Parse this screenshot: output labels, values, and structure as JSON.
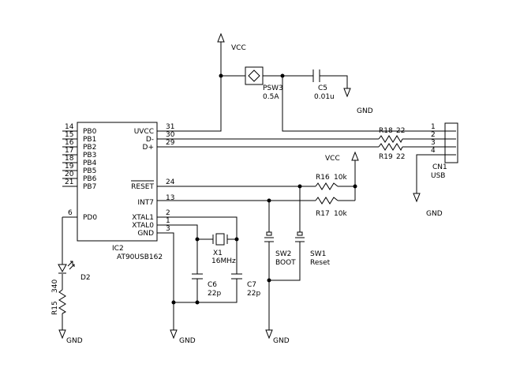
{
  "ic": {
    "ref": "IC2",
    "part": "AT90USB162",
    "left_pins": [
      {
        "num": "14",
        "name": "PB0"
      },
      {
        "num": "15",
        "name": "PB1"
      },
      {
        "num": "16",
        "name": "PB2"
      },
      {
        "num": "17",
        "name": "PB3"
      },
      {
        "num": "18",
        "name": "PB4"
      },
      {
        "num": "19",
        "name": "PB5"
      },
      {
        "num": "20",
        "name": "PB6"
      },
      {
        "num": "21",
        "name": "PB7"
      },
      {
        "num": "6",
        "name": "PD0"
      }
    ],
    "right_pins": [
      {
        "num": "31",
        "name": "UVCC"
      },
      {
        "num": "30",
        "name": "D-"
      },
      {
        "num": "29",
        "name": "D+"
      },
      {
        "num": "24",
        "name": "RESET"
      },
      {
        "num": "13",
        "name": "INT7"
      },
      {
        "num": "2",
        "name": "XTAL1"
      },
      {
        "num": "1",
        "name": "XTAL0"
      },
      {
        "num": "3",
        "name": "GND"
      }
    ]
  },
  "power": {
    "vcc": "VCC",
    "gnd": "GND"
  },
  "psw3": {
    "ref": "PSW3",
    "value": "0.5A"
  },
  "c5": {
    "ref": "C5",
    "value": "0.01u"
  },
  "r18": {
    "ref": "R18",
    "value": "22"
  },
  "r19": {
    "ref": "R19",
    "value": "22"
  },
  "r16": {
    "ref": "R16",
    "value": "10k"
  },
  "r17": {
    "ref": "R17",
    "value": "10k"
  },
  "r15": {
    "ref": "R15",
    "value": "340"
  },
  "d2": {
    "ref": "D2"
  },
  "x1": {
    "ref": "X1",
    "value": "16MHz"
  },
  "c6": {
    "ref": "C6",
    "value": "22p"
  },
  "c7": {
    "ref": "C7",
    "value": "22p"
  },
  "sw2": {
    "ref": "SW2",
    "value": "BOOT"
  },
  "sw1": {
    "ref": "SW1",
    "value": "Reset"
  },
  "cn1": {
    "ref": "CN1",
    "value": "USB",
    "pins": [
      "1",
      "2",
      "3",
      "4"
    ]
  }
}
